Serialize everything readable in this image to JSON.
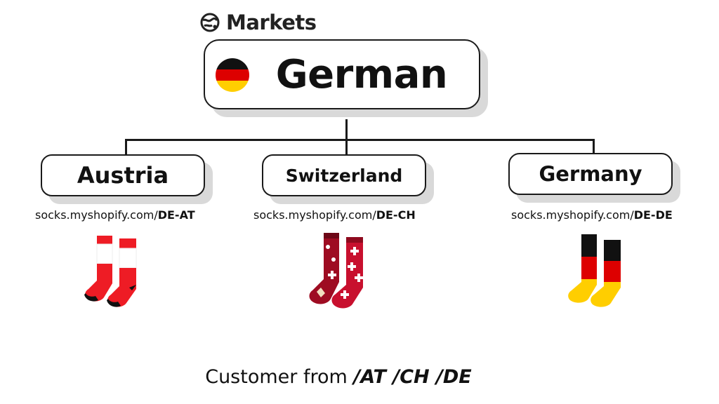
{
  "header": {
    "title": "Markets",
    "icon": "globe-swirl-icon"
  },
  "main_market": {
    "label": "German",
    "flag_icon": "germany-flag-icon"
  },
  "markets": [
    {
      "name": "Austria",
      "url_base": "socks.myshopify.com/",
      "url_code": "DE-AT",
      "sock_icon": "austria-socks-icon"
    },
    {
      "name": "Switzerland",
      "url_base": "socks.myshopify.com/",
      "url_code": "DE-CH",
      "sock_icon": "switzerland-socks-icon"
    },
    {
      "name": "Germany",
      "url_base": "socks.myshopify.com/",
      "url_code": "DE-DE",
      "sock_icon": "germany-socks-icon"
    }
  ],
  "footer": {
    "prefix": "Customer from ",
    "codes": "/AT /CH /DE"
  },
  "colors": {
    "black": "#111111",
    "shadow": "#d9d9d9",
    "de_black": "#111111",
    "de_red": "#dd0000",
    "de_gold": "#ffce00",
    "at_red": "#ee1c25",
    "ch_red": "#c8102e"
  }
}
